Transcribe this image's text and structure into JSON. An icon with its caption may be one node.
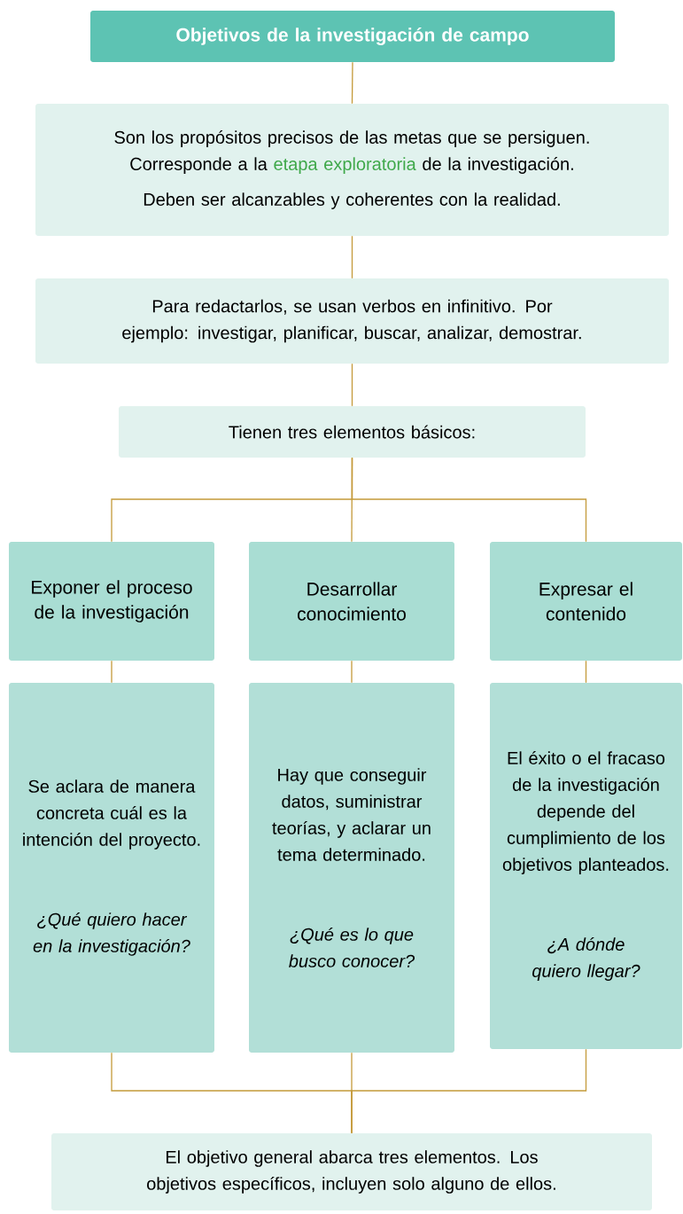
{
  "diagram": {
    "nodes": [
      {
        "text": [
          "Objetivos de la investigación de campo"
        ]
      },
      {
        "text": [
          "Son los propósitos precisos de las metas que se persiguen. Corresponde a la **etapa exploratoria** de la investigación.",
          "Deben ser alcanzables y coherentes con la realidad."
        ]
      },
      {
        "text": [
          "Para redactarlos, se usan verbos en infinitivo. Por ejemplo: investigar, planificar, buscar, analizar, demostrar."
        ]
      },
      {
        "text": [
          "Tienen tres elementos básicos:"
        ]
      },
      {
        "text": [
          "Exponer el proceso de la investigación"
        ]
      },
      {
        "text": [
          "Desarrollar conocimiento"
        ]
      },
      {
        "text": [
          "Expresar el contenido"
        ]
      },
      {
        "text": [
          "Se aclara de manera concreta cuál es la intención del proyecto.",
          "¿Qué quiero hacer en la investigación?"
        ]
      },
      {
        "text": [
          "Hay que conseguir datos, suministrar teorías, y aclarar un tema determinado.",
          "¿Qué es lo que busco conocer?"
        ]
      },
      {
        "text": [
          "El éxito o el fracaso de la investigación depende del cumplimiento de los objetivos planteados.",
          "¿A dónde quiero llegar?"
        ]
      },
      {
        "text": [
          "El objetivo general abarca tres elementos. Los objetivos específicos, incluyen solo alguno de ellos."
        ]
      }
    ],
    "edges": [
      {
        "from": 0,
        "to": 1,
        "arrow": "none"
      },
      {
        "from": 1,
        "to": 2,
        "arrow": "none"
      },
      {
        "from": 2,
        "to": 3,
        "arrow": "none"
      },
      {
        "from": 3,
        "to": 4,
        "arrow": "none"
      },
      {
        "from": 3,
        "to": 5,
        "arrow": "none"
      },
      {
        "from": 3,
        "to": 6,
        "arrow": "none"
      },
      {
        "from": 4,
        "to": 7,
        "arrow": "none"
      },
      {
        "from": 5,
        "to": 8,
        "arrow": "none"
      },
      {
        "from": 6,
        "to": 9,
        "arrow": "none"
      },
      {
        "from": 7,
        "to": 10,
        "arrow": "none"
      },
      {
        "from": 8,
        "to": 10,
        "arrow": "none"
      },
      {
        "from": 9,
        "to": 10,
        "arrow": "none"
      }
    ]
  }
}
